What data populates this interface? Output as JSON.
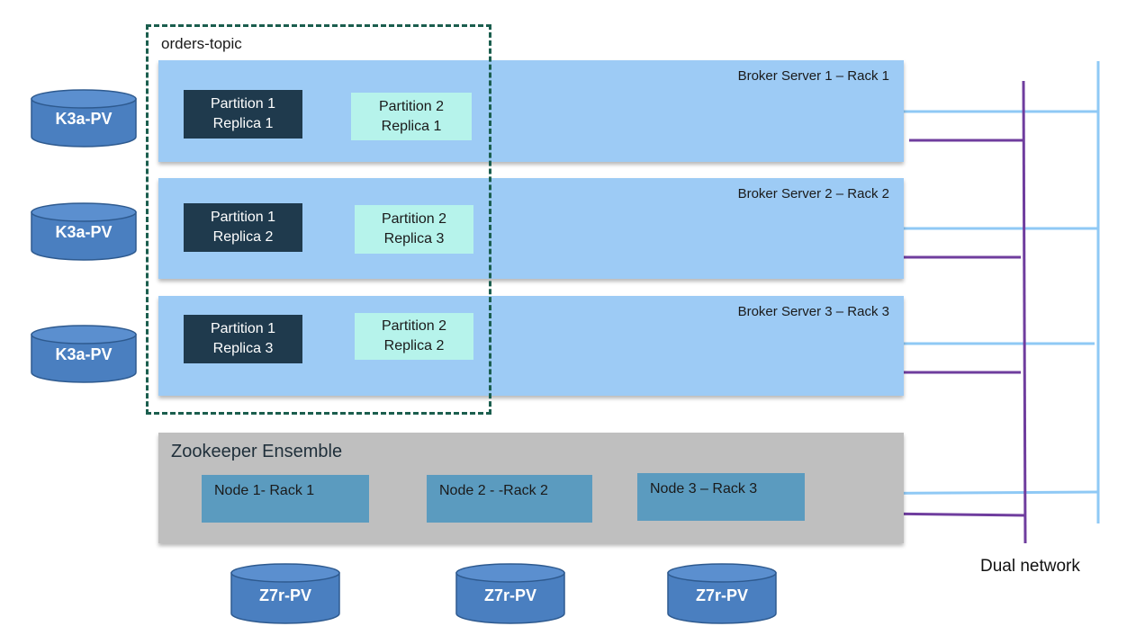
{
  "topic": {
    "label": "orders-topic"
  },
  "brokers": [
    {
      "label": "Broker Server 1 – Rack 1",
      "p1": {
        "line1": "Partition 1",
        "line2": "Replica 1"
      },
      "p2": {
        "line1": "Partition 2",
        "line2": "Replica 1"
      }
    },
    {
      "label": "Broker Server 2 – Rack 2",
      "p1": {
        "line1": "Partition 1",
        "line2": "Replica 2"
      },
      "p2": {
        "line1": "Partition 2",
        "line2": "Replica 3"
      }
    },
    {
      "label": "Broker Server 3 – Rack 3",
      "p1": {
        "line1": "Partition 1",
        "line2": "Replica 3"
      },
      "p2": {
        "line1": "Partition 2",
        "line2": "Replica 2"
      }
    }
  ],
  "kafka_pv": [
    "K3a-PV",
    "K3a-PV",
    "K3a-PV"
  ],
  "zookeeper": {
    "title": "Zookeeper Ensemble",
    "nodes": [
      "Node 1- Rack 1",
      "Node 2 - -Rack 2",
      "Node 3 – Rack 3"
    ]
  },
  "zk_pv": [
    "Z7r-PV",
    "Z7r-PV",
    "Z7r-PV"
  ],
  "network": {
    "label": "Dual network"
  },
  "colors": {
    "broker": "#9dcbf5",
    "partition_primary": "#1f3a4d",
    "partition_replica": "#b6f3eb",
    "zookeeper": "#bfbfbf",
    "node": "#5b9bbf",
    "cylinder": "#4a7fc0",
    "network_a": "#8fc9f5",
    "network_b": "#6f3d9e",
    "topic_border": "#1b5e4e"
  }
}
